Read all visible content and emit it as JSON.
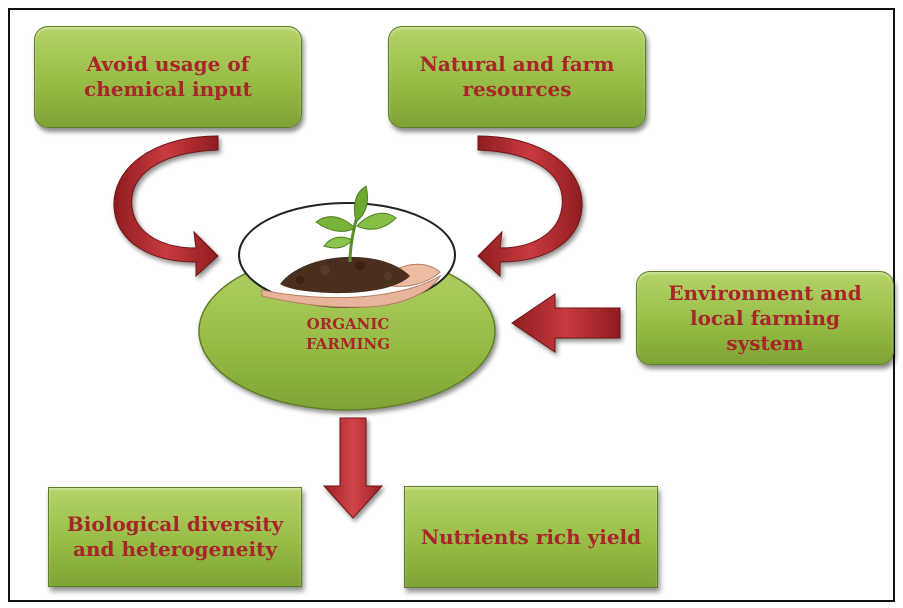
{
  "boxes": {
    "avoid_chemical": "Avoid usage of\nchemical input",
    "natural_resources": "Natural and farm\nresources",
    "environment": "Environment and\nlocal farming\nsystem",
    "biodiversity": "Biological diversity\nand heterogeneity",
    "nutrients": "Nutrients rich yield"
  },
  "center": {
    "label": "ORGANIC\nFARMING",
    "image": "plant-in-soil-hands"
  },
  "colors": {
    "box_green": "#97bd46",
    "text_red": "#a8262a",
    "arrow_red": "#b3262b",
    "border_dark": "#5f7d2a"
  }
}
